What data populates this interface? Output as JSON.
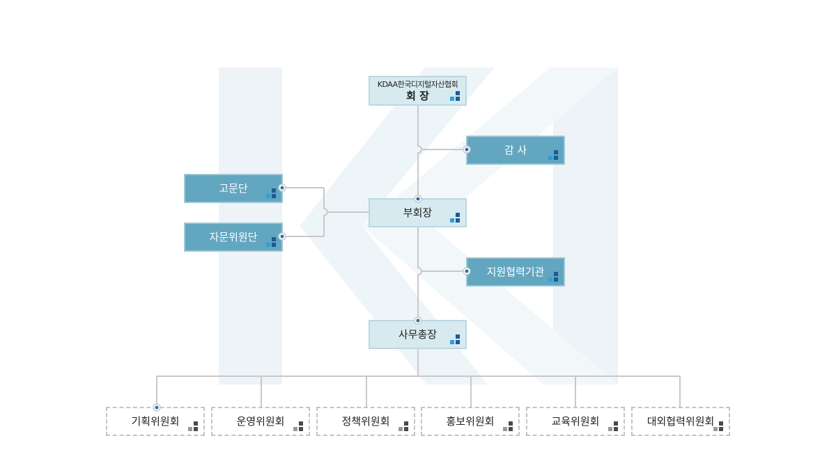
{
  "diagram": {
    "top_node": {
      "caption": "KDAA한국디지털자산협회",
      "label": "회 장"
    },
    "audit": {
      "label": "감 사"
    },
    "vice_president": {
      "label": "부회장"
    },
    "advisory_group": {
      "label": "고문단"
    },
    "consulting_committee": {
      "label": "자문위원단"
    },
    "support_agency": {
      "label": "지원협력기관"
    },
    "secretary_general": {
      "label": "사무총장"
    },
    "committees": [
      {
        "label": "기획위원회"
      },
      {
        "label": "운영위원회"
      },
      {
        "label": "정책위원회"
      },
      {
        "label": "홍보위원회"
      },
      {
        "label": "교육위원회"
      },
      {
        "label": "대외협력위원회"
      }
    ]
  },
  "colors": {
    "light_box": "#d7eaf0",
    "dark_box": "#62a6c0",
    "connector": "#c8c8c8",
    "dot": "#2a6fb0",
    "watermark": "#eef4f8"
  },
  "icons": {
    "box_corner": "square-blocks-icon"
  }
}
